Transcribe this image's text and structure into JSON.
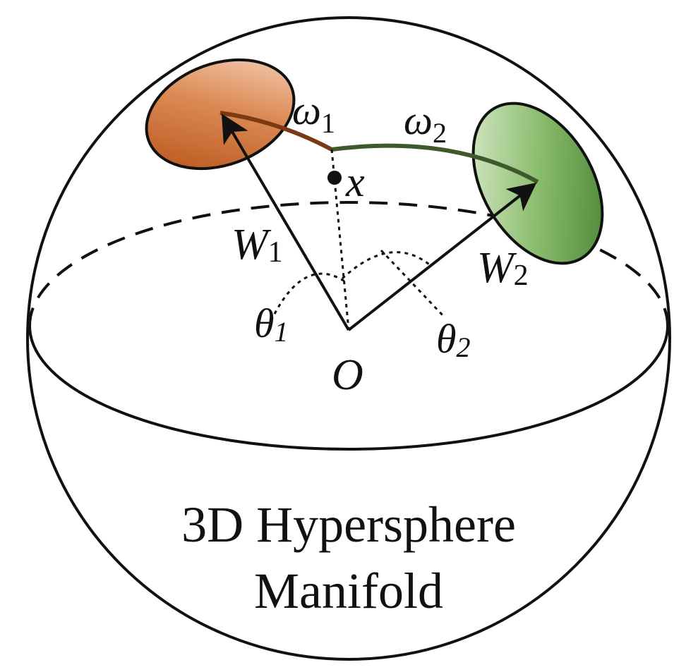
{
  "labels": {
    "omega1": "ω",
    "omega1_sub": "1",
    "omega2": "ω",
    "omega2_sub": "2",
    "x": "x",
    "W1": "W",
    "W1_sub": "1",
    "W2": "W",
    "W2_sub": "2",
    "theta1": "θ",
    "theta1_sub": "1",
    "theta2": "θ",
    "theta2_sub": "2",
    "origin": "O",
    "caption_line1": "3D Hypersphere",
    "caption_line2": "Manifold"
  },
  "colors": {
    "cluster1": "#c8672e",
    "cluster2": "#5f9a45",
    "arc1": "#7a3a14",
    "arc2": "#3e5a2c",
    "stroke": "#111111"
  }
}
